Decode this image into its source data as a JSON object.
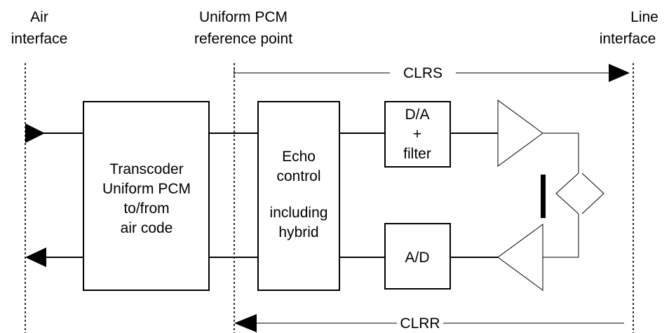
{
  "headers": {
    "air_interface": [
      "Air",
      "interface"
    ],
    "reference_point": [
      "Uniform PCM",
      "reference point"
    ],
    "line_interface": [
      "Line",
      "interface"
    ]
  },
  "paths": {
    "send": "CLRS",
    "receive": "CLRR"
  },
  "blocks": {
    "transcoder": [
      "Transcoder",
      "Uniform PCM",
      "to/from",
      "air code"
    ],
    "echo_control": [
      "Echo",
      "control",
      "including",
      "hybrid"
    ],
    "da_filter": [
      "D/A",
      "+",
      "filter"
    ],
    "ad": [
      "A/D"
    ]
  }
}
